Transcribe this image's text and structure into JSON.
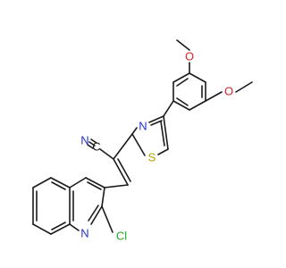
{
  "molecule": {
    "atom_labels": {
      "nitrile_n": "N",
      "nitrile_c": "C",
      "thiazole_n": "N",
      "thiazole_s": "S",
      "quinoline_n": "N",
      "chlorine": "Cl",
      "methoxy_o_top": "O",
      "methoxy_o_side": "O"
    },
    "colors": {
      "bond": "#1a1a1a",
      "carbon_text": "#1a1a1a",
      "nitrogen": "#2233cc",
      "sulfur": "#b8a000",
      "oxygen": "#dd2222",
      "chlorine": "#22aa22"
    }
  }
}
